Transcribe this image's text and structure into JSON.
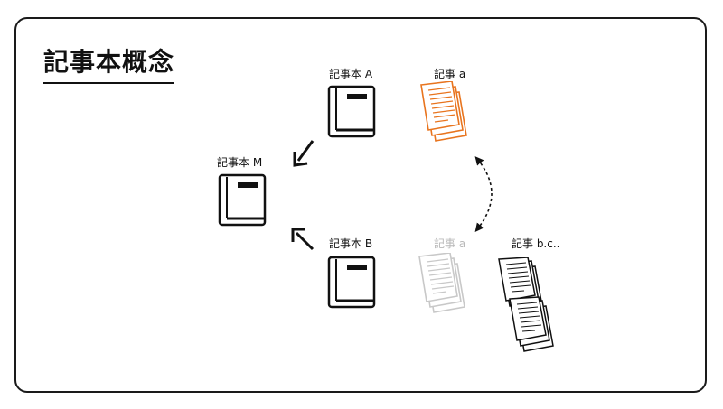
{
  "title": "記事本概念",
  "nodes": {
    "notebook_a": {
      "label": "記事本 A",
      "icon": "notebook-icon"
    },
    "notebook_b": {
      "label": "記事本 B",
      "icon": "notebook-icon"
    },
    "notebook_m": {
      "label": "記事本 M",
      "icon": "notebook-icon"
    },
    "article_a": {
      "label": "記事 a",
      "icon": "documents-icon",
      "color": "#e8741e"
    },
    "article_a_ghost": {
      "label": "記事 a",
      "icon": "documents-icon",
      "color": "#c8c8c8"
    },
    "articles_bc": {
      "label": "記事 b.c..",
      "icon": "documents-icon"
    }
  },
  "edges": [
    {
      "from": "notebook_a",
      "to": "notebook_m",
      "style": "solid-arrow"
    },
    {
      "from": "notebook_b",
      "to": "notebook_m",
      "style": "solid-arrow"
    },
    {
      "from": "article_a",
      "to": "article_a_ghost",
      "style": "dashed-double-arrow"
    }
  ],
  "colors": {
    "accent": "#e8741e",
    "ink": "#111111",
    "ghost": "#c8c8c8",
    "frame": "#1a1a1a"
  }
}
